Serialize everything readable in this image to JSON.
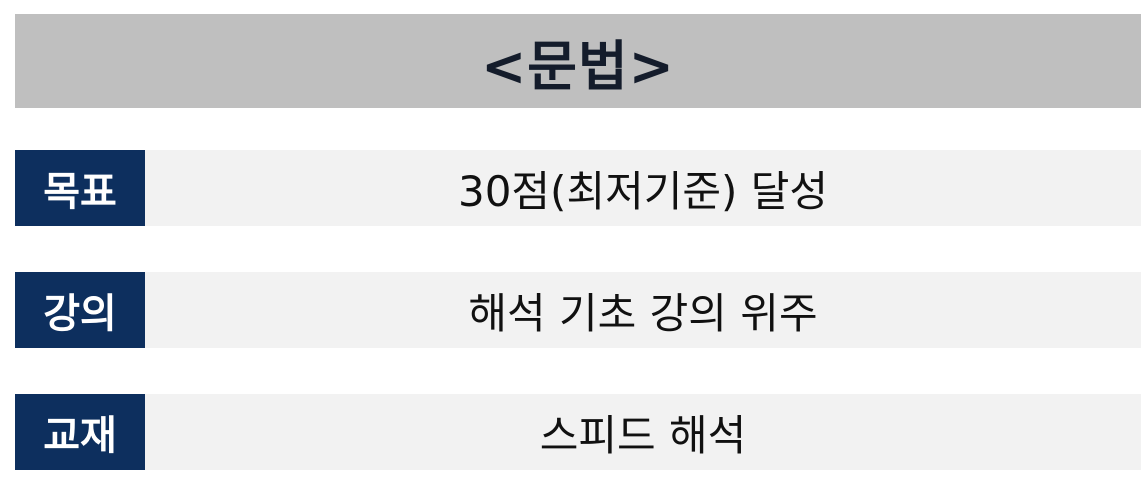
{
  "header": {
    "title": "<문법>"
  },
  "rows": [
    {
      "label": "목표",
      "value": "30점(최저기준) 달성"
    },
    {
      "label": "강의",
      "value": "해석 기초 강의 위주"
    },
    {
      "label": "교재",
      "value": "스피드 해석"
    }
  ],
  "colors": {
    "header_bg": "#bfbfbf",
    "label_bg": "#0d2f5e",
    "value_bg": "#f2f2f2"
  }
}
